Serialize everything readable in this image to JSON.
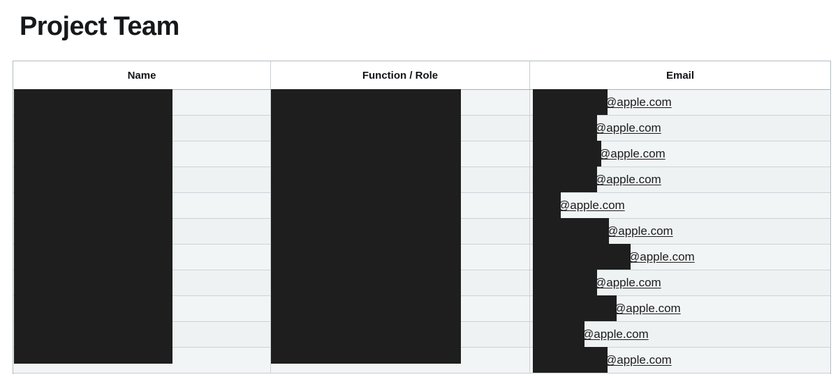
{
  "page": {
    "title": "Project Team"
  },
  "table": {
    "columns": [
      {
        "key": "name",
        "label": "Name"
      },
      {
        "key": "role",
        "label": "Function / Role"
      },
      {
        "key": "email",
        "label": "Email"
      }
    ],
    "rows": [
      {
        "name": "",
        "role": "",
        "email": "@apple.com",
        "email_redaction_width": 107
      },
      {
        "name": "",
        "role": "",
        "email": "@apple.com",
        "email_redaction_width": 92
      },
      {
        "name": "",
        "role": "",
        "email": "@apple.com",
        "email_redaction_width": 98
      },
      {
        "name": "",
        "role": "",
        "email": "@apple.com",
        "email_redaction_width": 92
      },
      {
        "name": "",
        "role": "",
        "email": "@apple.com",
        "email_redaction_width": 40
      },
      {
        "name": "",
        "role": "",
        "email": "@apple.com",
        "email_redaction_width": 109
      },
      {
        "name": "",
        "role": "",
        "email": "@apple.com",
        "email_redaction_width": 140
      },
      {
        "name": "",
        "role": "",
        "email": "@apple.com",
        "email_redaction_width": 92
      },
      {
        "name": "",
        "role": "",
        "email": "@apple.com",
        "email_redaction_width": 120
      },
      {
        "name": "",
        "role": "",
        "email": "@apple.com",
        "email_redaction_width": 74
      },
      {
        "name": "",
        "role": "",
        "email": "@apple.com",
        "email_redaction_width": 107
      }
    ],
    "redactions": {
      "name_column": "redacted",
      "role_column": "redacted",
      "email_column": "redacted-local-part"
    }
  },
  "colors": {
    "redaction": "#1e1e1e",
    "row_background": "#f2f5f6",
    "header_background": "#ffffff",
    "border": "#ccd3d6",
    "text": "#1b1b1b"
  }
}
